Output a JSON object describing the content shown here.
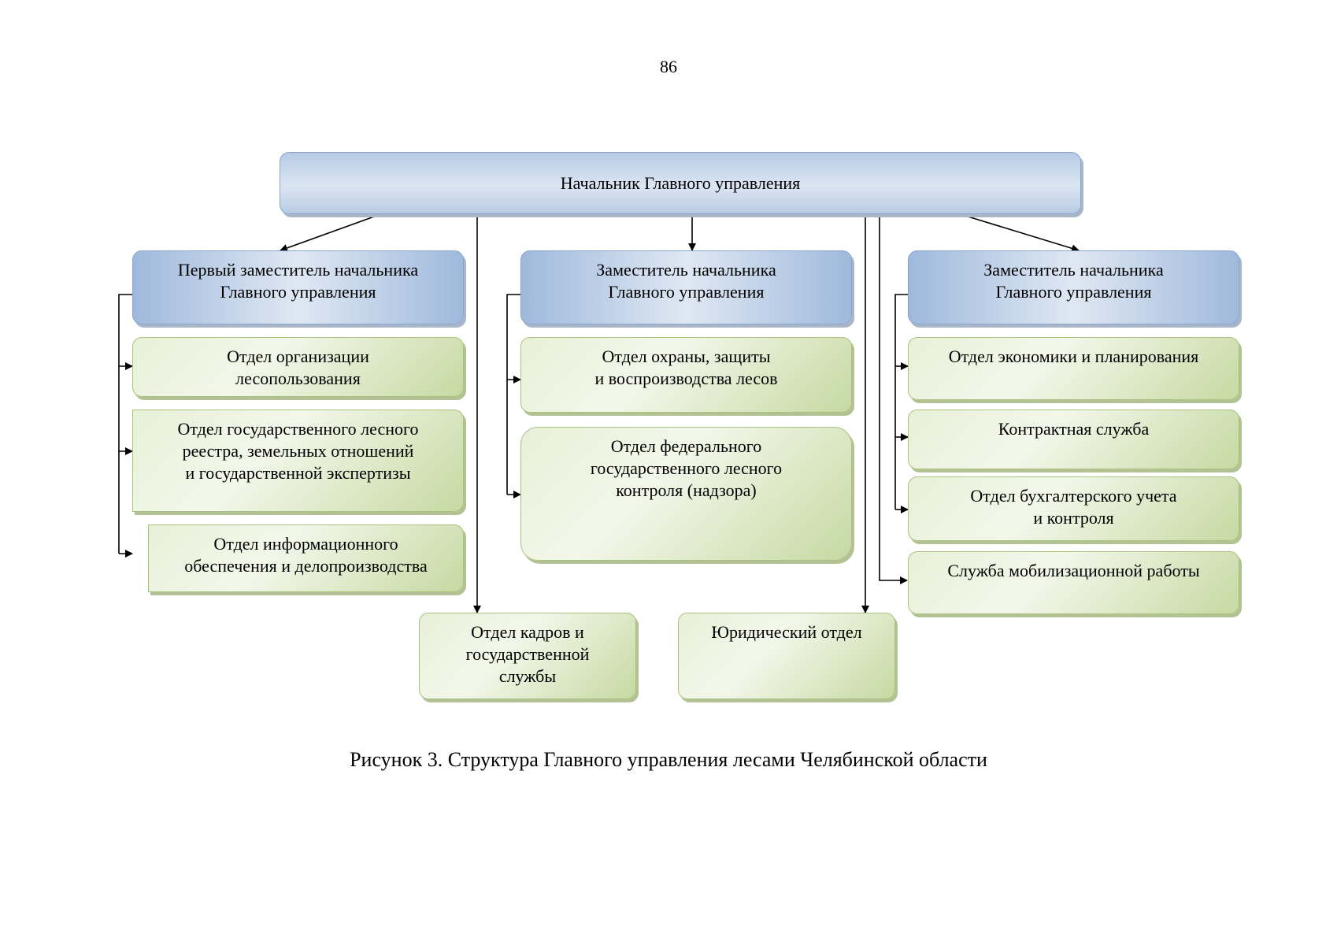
{
  "page_number": "86",
  "diagram": {
    "head": "Начальник Главного управления",
    "deputy_1": "Первый заместитель начальника\nГлавного управления",
    "deputy_2": "Заместитель начальника\nГлавного управления",
    "deputy_3": "Заместитель начальника\nГлавного управления",
    "left_departments": [
      "Отдел организации\nлесопользования",
      "Отдел государственного лесного\nреестра, земельных отношений\nи государственной экспертизы",
      "Отдел информационного\nобеспечения и делопроизводства"
    ],
    "middle_departments": [
      "Отдел охраны, защиты\nи воспроизводства лесов",
      "Отдел федерального\nгосударственного лесного\nконтроля (надзора)"
    ],
    "right_departments": [
      "Отдел экономики и планирования",
      "Контрактная служба",
      "Отдел бухгалтерского учета\nи контроля",
      "Служба мобилизационной работы"
    ],
    "bottom_departments": [
      "Отдел кадров и\nгосударственной\nслужбы",
      "Юридический отдел"
    ]
  },
  "caption": "Рисунок 3. Структура Главного управления лесами Челябинской области"
}
